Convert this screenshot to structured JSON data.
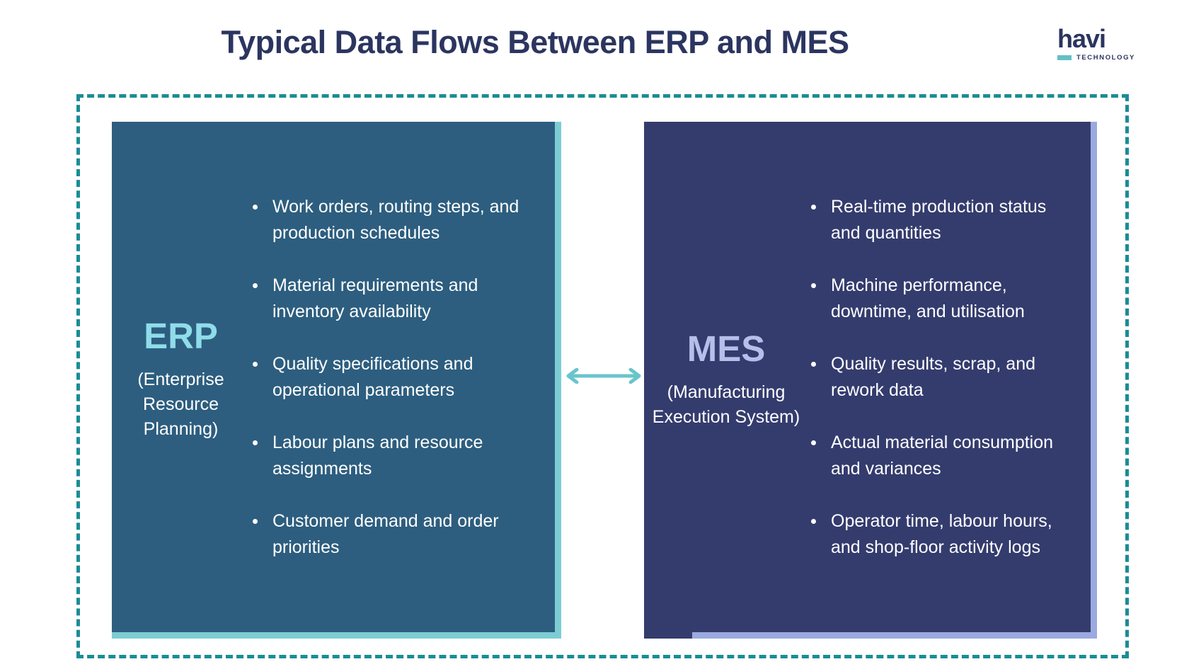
{
  "header": {
    "title": "Typical Data Flows Between ERP and MES"
  },
  "logo": {
    "wordmark": "havi",
    "subtext": "TECHNOLOGY",
    "accent_color": "#62c0c6",
    "text_color": "#2b3560"
  },
  "frame": {
    "border_color": "#1b8c96",
    "style": "dashed"
  },
  "connector": {
    "type": "double-headed-arrow",
    "direction": "bidirectional",
    "color": "#69c5cc"
  },
  "panels": [
    {
      "id": "erp",
      "acronym": "ERP",
      "acronym_color": "#8fdcea",
      "fullname": "(Enterprise Resource Planning)",
      "background_color": "#2d5e7f",
      "accent_color": "#7ccdd3",
      "bullets": [
        "Work orders, routing steps, and production schedules",
        "Material requirements and inventory availability",
        "Quality specifications and operational parameters",
        "Labour plans and resource assignments",
        "Customer demand and order priorities"
      ]
    },
    {
      "id": "mes",
      "acronym": "MES",
      "acronym_color": "#b6bfea",
      "fullname": "(Manufacturing Execution System)",
      "background_color": "#343c6e",
      "accent_color": "#9aa9e0",
      "bullets": [
        "Real-time production status and quantities",
        "Machine performance, downtime, and utilisation",
        "Quality results, scrap, and rework data",
        "Actual material consumption and variances",
        "Operator time, labour hours, and shop-floor activity logs"
      ]
    }
  ]
}
